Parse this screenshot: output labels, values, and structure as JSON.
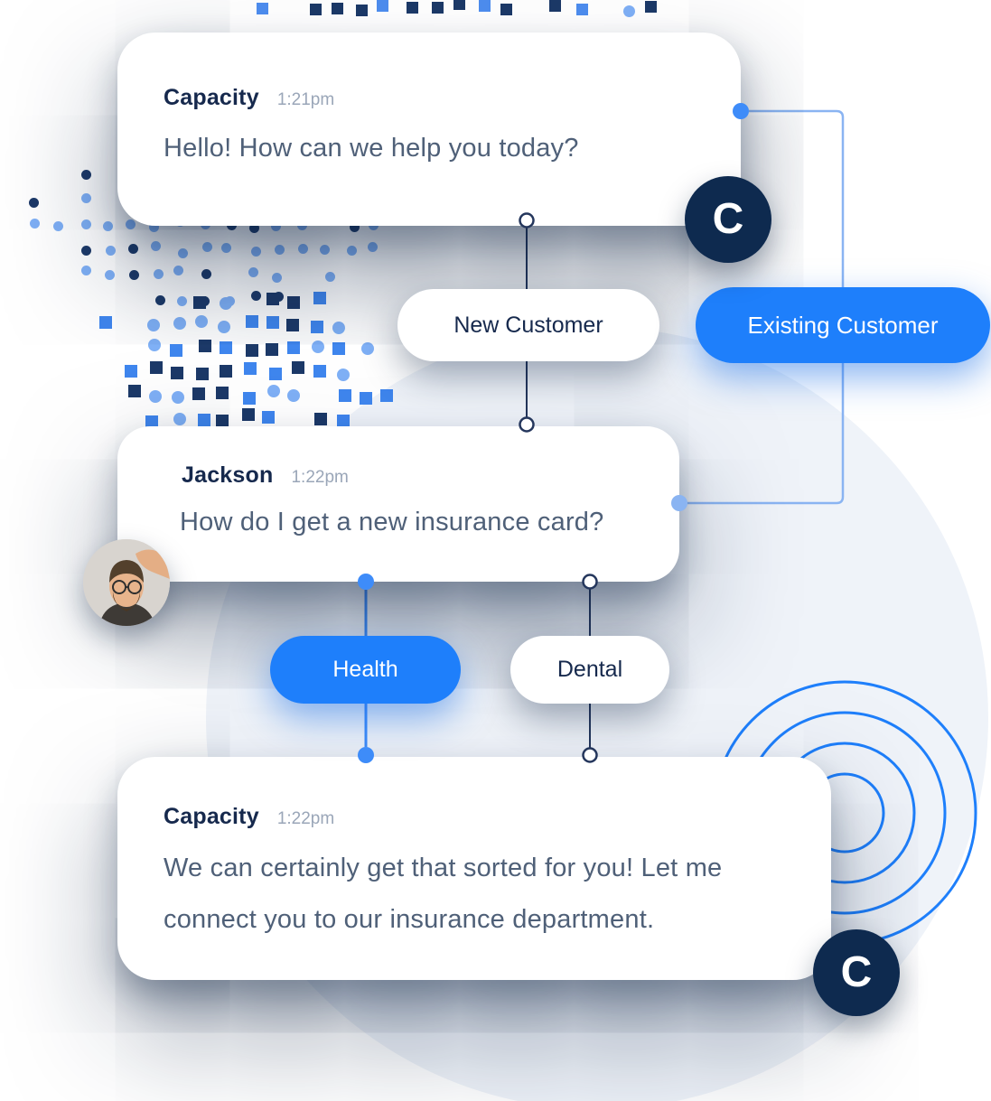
{
  "palette": {
    "navy": "#16294D",
    "accent_blue": "#1E7FFB",
    "light_blue_dot": "#7FB0F6",
    "dark_square": "#1C3968",
    "mid_blue_square": "#3F86EE",
    "message_text": "#4F6078",
    "timestamp_grey": "#9AA6B8",
    "background_circle": "#EFF3F9",
    "badge_navy": "#0E2A4F"
  },
  "conversation": {
    "messages": [
      {
        "sender": "Capacity",
        "time": "1:21pm",
        "text": "Hello! How can we help you today?"
      },
      {
        "sender": "Jackson",
        "time": "1:22pm",
        "text": "How do I get a new insurance card?"
      },
      {
        "sender": "Capacity",
        "time": "1:22pm",
        "lines": [
          "We can certainly get that sorted for you! Let me",
          "connect you to our insurance department."
        ]
      }
    ],
    "quick_replies": [
      {
        "label": "New Customer",
        "variant": "white"
      },
      {
        "label": "Existing Customer",
        "variant": "blue"
      },
      {
        "label": "Health",
        "variant": "blue"
      },
      {
        "label": "Dental",
        "variant": "white"
      }
    ]
  },
  "logo": {
    "letter": "C"
  }
}
